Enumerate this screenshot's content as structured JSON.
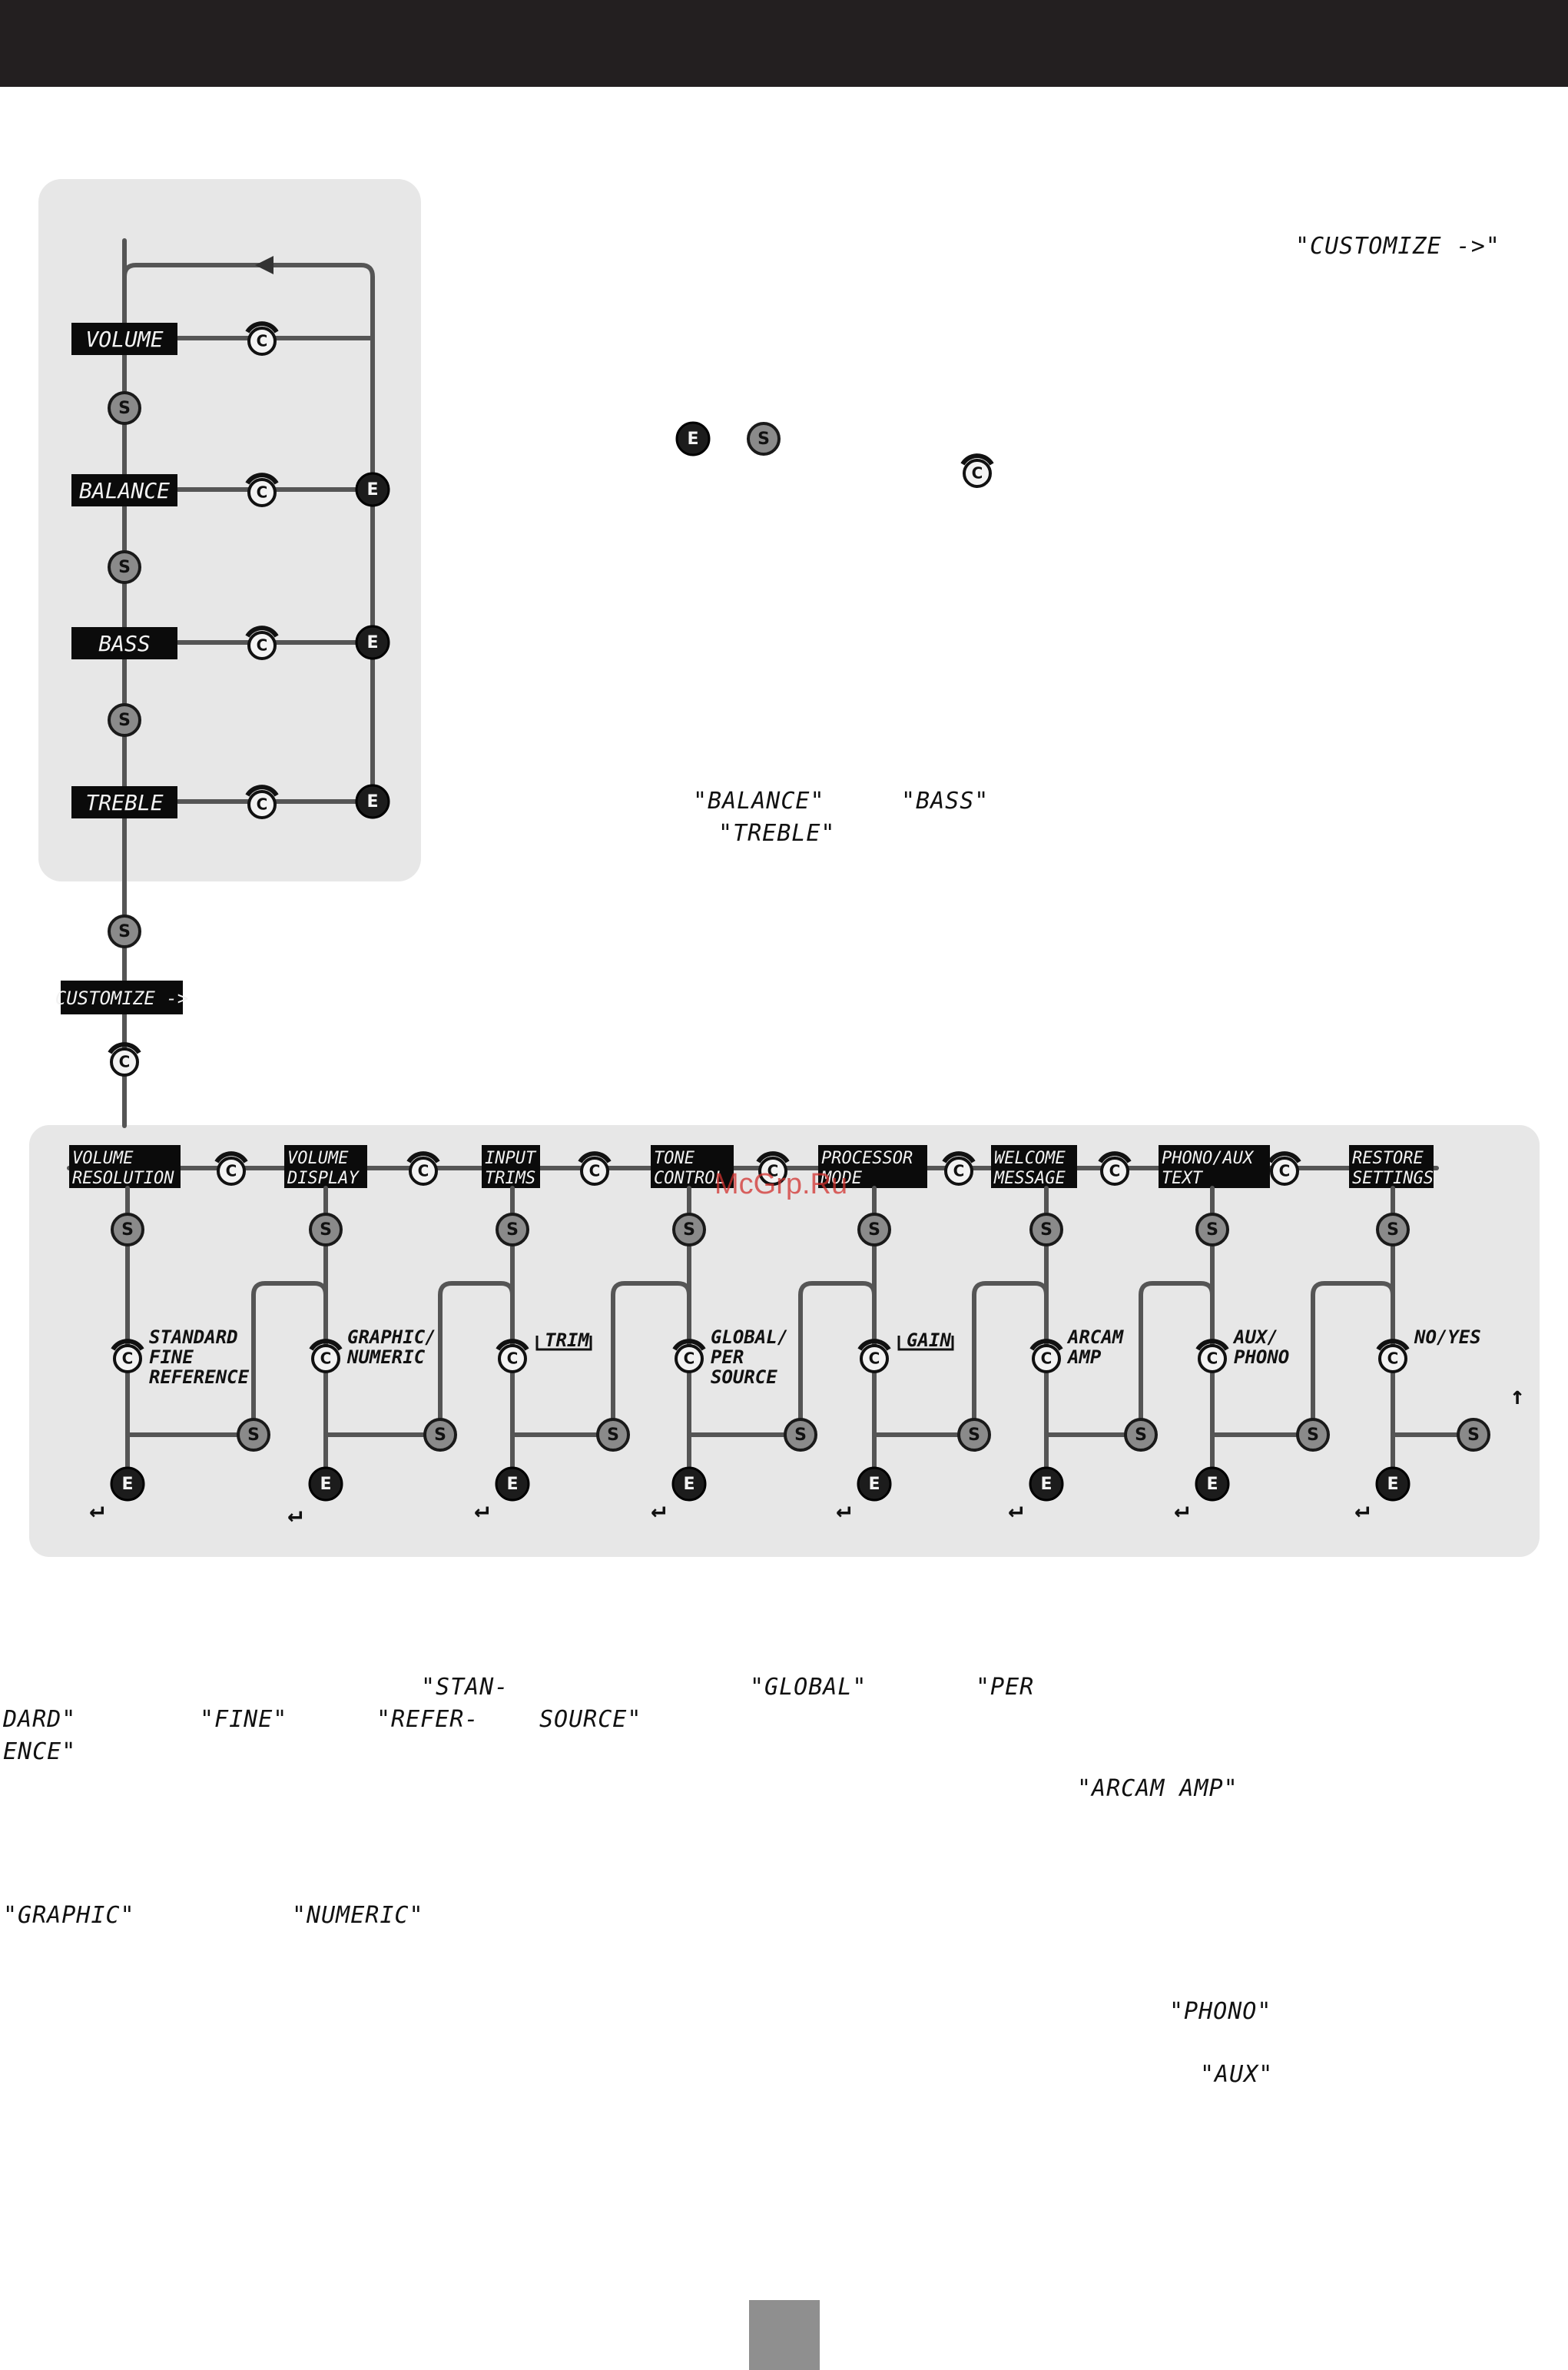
{
  "colors": {
    "header": "#231f20",
    "panel": "#e7e7e7",
    "display": "#0b0b0b",
    "line": "#555555",
    "footer": "#8f8f8f",
    "watermark": "#d2322f"
  },
  "icons": {
    "select": "S",
    "enter": "E",
    "control": "C",
    "return": "↵",
    "return_up": "↑"
  },
  "tone_menu": {
    "displays": [
      "VOLUME",
      "BALANCE",
      "BASS",
      "TREBLE"
    ]
  },
  "customize_display": "CUSTOMIZE ->",
  "custom_menu": {
    "items": [
      {
        "title": [
          "VOLUME",
          "RESOLUTION"
        ],
        "options": [
          "STANDARD",
          "FINE",
          "REFERENCE"
        ],
        "boxed": false
      },
      {
        "title": [
          "VOLUME",
          "DISPLAY"
        ],
        "options": [
          "GRAPHIC/",
          "NUMERIC"
        ],
        "boxed": false
      },
      {
        "title": [
          "INPUT",
          "TRIMS"
        ],
        "options": [
          "TRIM"
        ],
        "boxed": true
      },
      {
        "title": [
          "TONE",
          "CONTROL"
        ],
        "options": [
          "GLOBAL/",
          "PER",
          "SOURCE"
        ],
        "boxed": false
      },
      {
        "title": [
          "PROCESSOR",
          "MODE"
        ],
        "options": [
          "GAIN"
        ],
        "boxed": true
      },
      {
        "title": [
          "WELCOME",
          "MESSAGE"
        ],
        "options": [
          "ARCAM",
          "AMP"
        ],
        "boxed": false
      },
      {
        "title": [
          "PHONO/AUX",
          "TEXT"
        ],
        "options": [
          "AUX/",
          "PHONO"
        ],
        "boxed": false
      },
      {
        "title": [
          "RESTORE",
          "SETTINGS"
        ],
        "options": [
          "NO/YES"
        ],
        "boxed": false
      }
    ]
  },
  "notes": {
    "customize_ref": "\"CUSTOMIZE ->\"",
    "balance_ref": "\"BALANCE\"",
    "bass_ref": "\"BASS\"",
    "treble_ref": "\"TREBLE\"",
    "stan": "\"STAN-",
    "dard": "DARD\"",
    "fine": "\"FINE\"",
    "refer": "\"REFER-",
    "ence": "ENCE\"",
    "global_ref": "\"GLOBAL\"",
    "per": "\"PER",
    "source": "SOURCE\"",
    "arcam_amp": "\"ARCAM AMP\"",
    "graphic": "\"GRAPHIC\"",
    "numeric": "\"NUMERIC\"",
    "phono": "\"PHONO\"",
    "aux": "\"AUX\""
  },
  "watermark": "McGrp.Ru"
}
